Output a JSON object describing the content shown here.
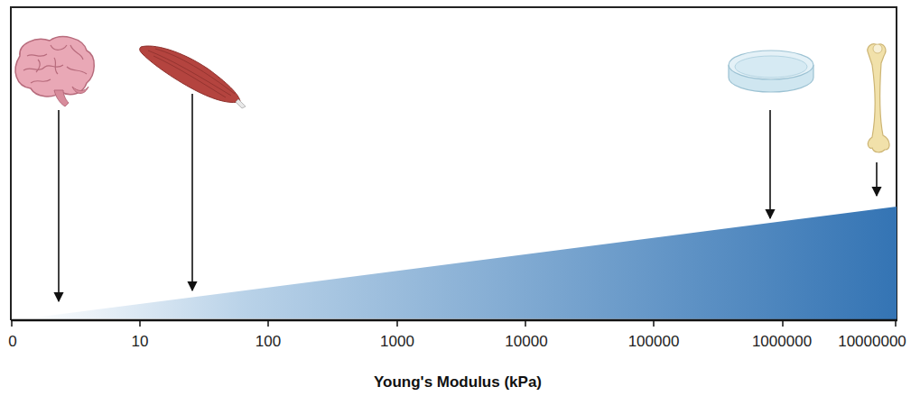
{
  "diagram": {
    "labels": [
      "0",
      "10",
      "100",
      "1000",
      "10000",
      "100000",
      "1000000",
      "10000000",
      "Young's Modulus (kPa)"
    ]
  }
}
